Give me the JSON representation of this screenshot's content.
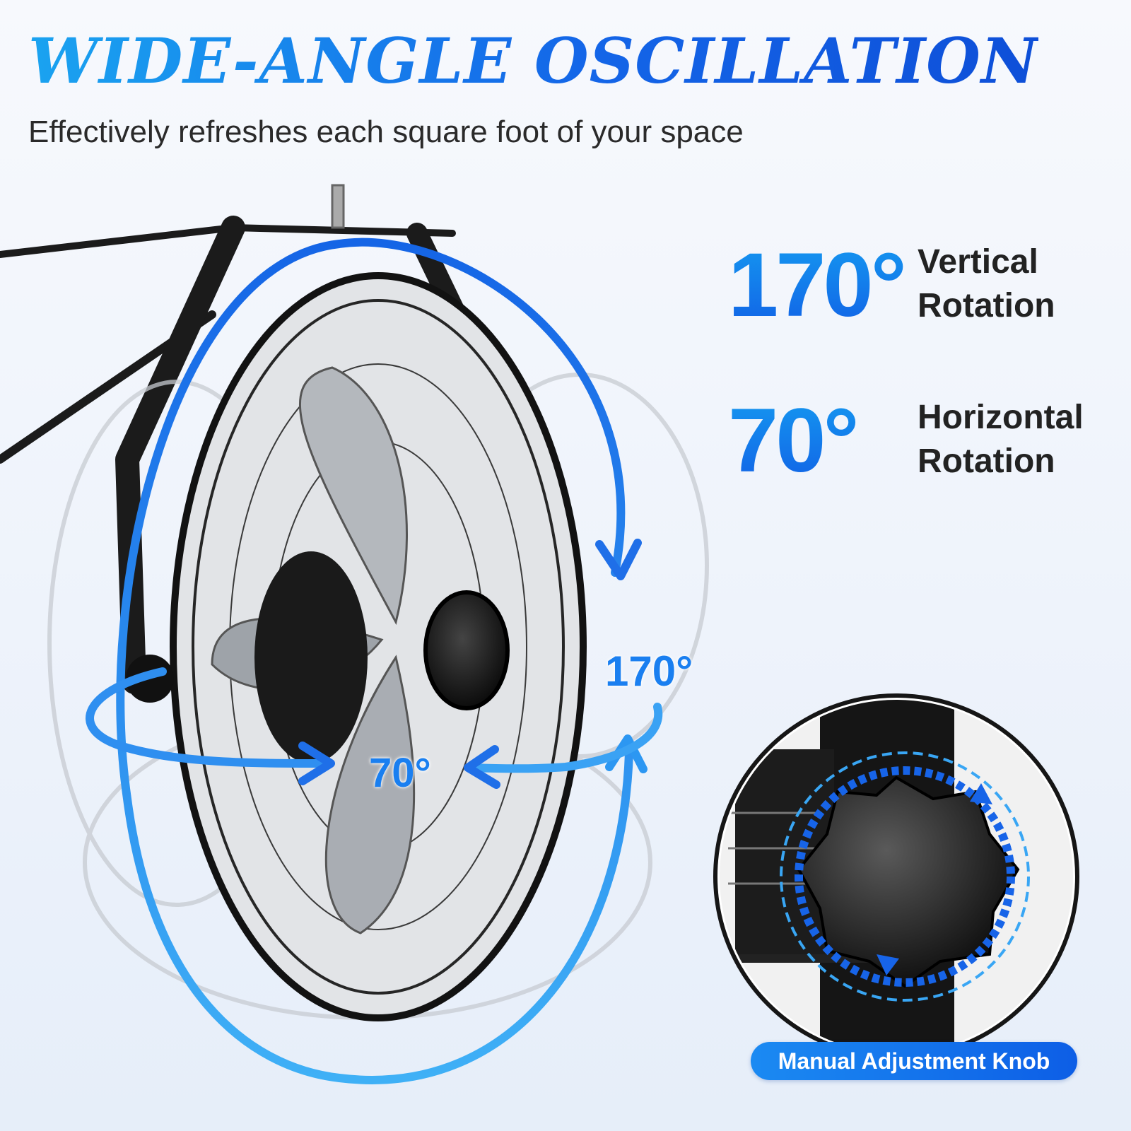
{
  "header": {
    "title": "WIDE-ANGLE OSCILLATION",
    "subtitle": "Effectively refreshes each square foot of your space"
  },
  "stats": [
    {
      "value": "170°",
      "label_line1": "Vertical",
      "label_line2": "Rotation"
    },
    {
      "value": "70°",
      "label_line1": "Horizontal",
      "label_line2": "Rotation"
    }
  ],
  "diagram": {
    "vertical_angle": "170°",
    "horizontal_angle": "70°"
  },
  "detail": {
    "badge_label": "Manual Adjustment Knob"
  },
  "colors": {
    "accent": "#1876e8",
    "accent_light": "#35a6f5",
    "text_dark": "#222222"
  }
}
